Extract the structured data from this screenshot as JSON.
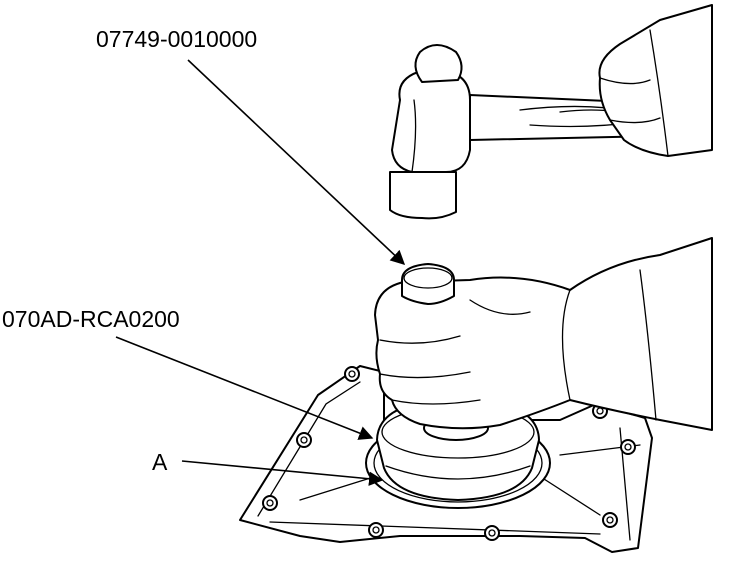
{
  "labels": {
    "tool_driver_handle": "07749-0010000",
    "tool_seal_attachment": "070AD-RCA0200",
    "part_a": "A"
  }
}
